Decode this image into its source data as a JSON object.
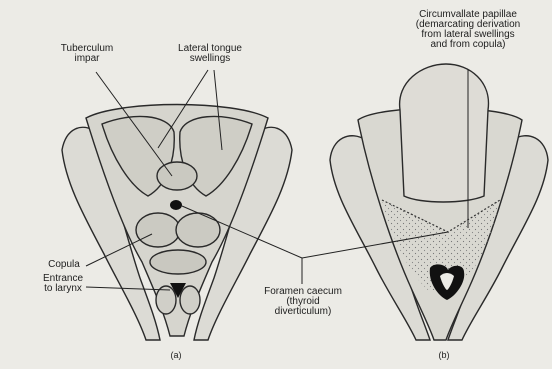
{
  "labels": {
    "tuberculum_line1": "Tuberculum",
    "tuberculum_line2": "impar",
    "lateral_line1": "Lateral tongue",
    "lateral_line2": "swellings",
    "copula": "Copula",
    "entrance_line1": "Entrance",
    "entrance_line2": "to larynx",
    "foramen_line1": "Foramen caecum",
    "foramen_line2": "(thyroid",
    "foramen_line3": "diverticulum)",
    "circum_line1": "Circumvallate papillae",
    "circum_line2": "(demarcating derivation",
    "circum_line3": "from lateral swellings",
    "circum_line4": "and from copula)",
    "panel_a": "(a)",
    "panel_b": "(b)"
  },
  "colors": {
    "background": "#ecebe6",
    "ink": "#1e1e1e",
    "tissue_fill": "#d9d8d2",
    "swelling_fill": "#cfcec7",
    "larynx": "#111111"
  }
}
